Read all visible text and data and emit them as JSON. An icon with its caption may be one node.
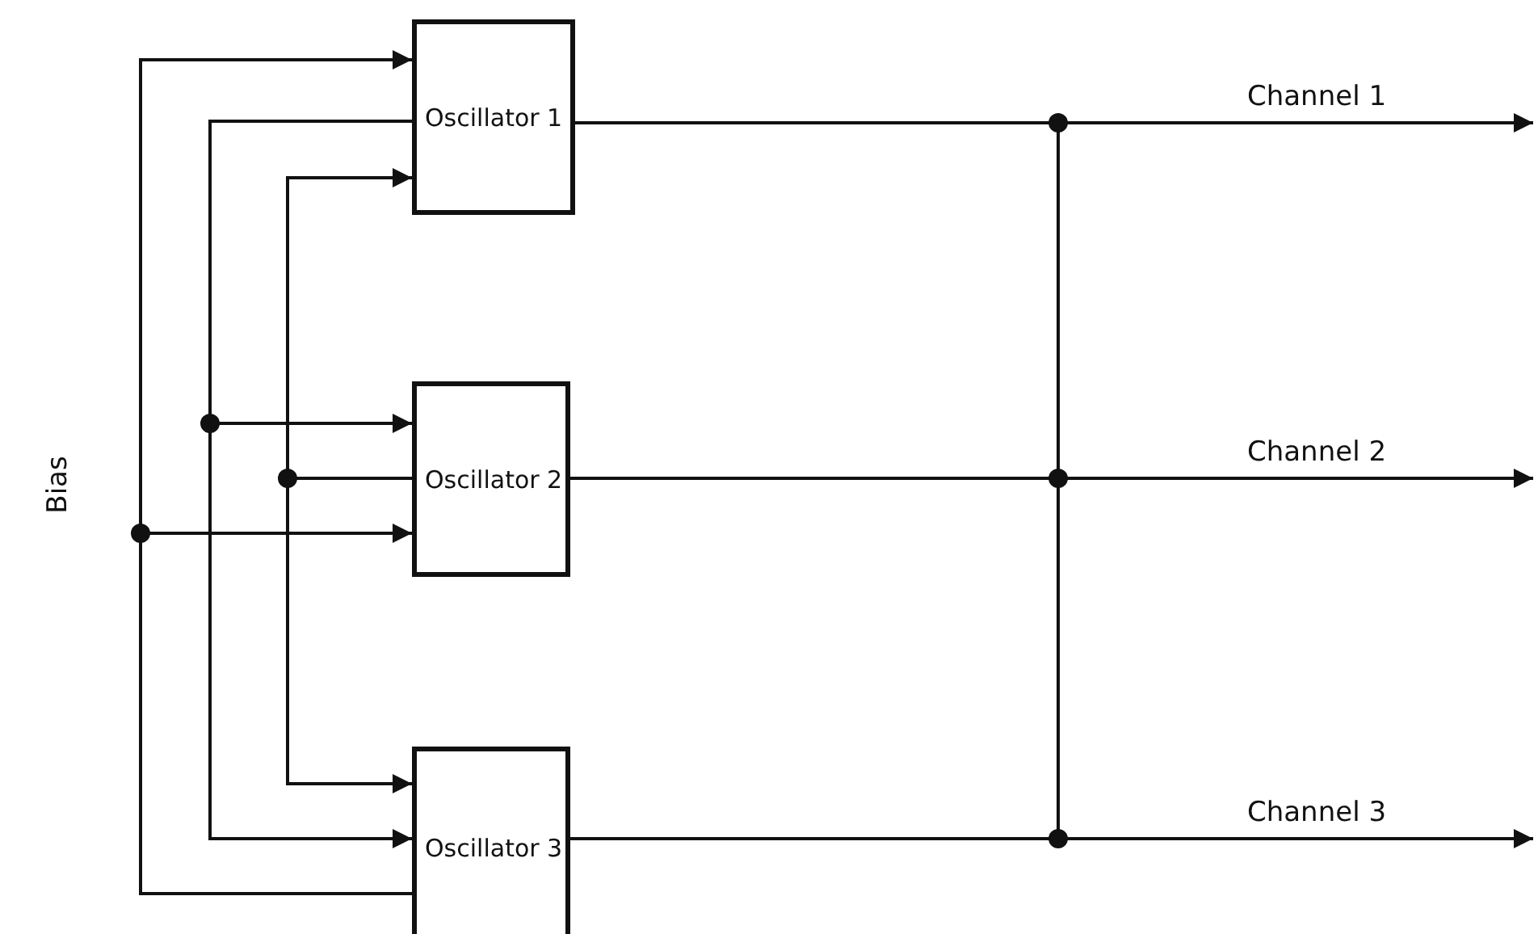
{
  "diagram": {
    "nodes": [
      {
        "text": [
          "Oscillator 1"
        ]
      },
      {
        "text": [
          "Oscillator 2"
        ]
      },
      {
        "text": [
          "Oscillator 3"
        ]
      }
    ],
    "edges": [
      {
        "from": 2,
        "to": 0,
        "arrow": "to"
      },
      {
        "from": 2,
        "to": 1,
        "arrow": "to"
      },
      {
        "from": 0,
        "to": 2,
        "arrow": "to"
      },
      {
        "from": 0,
        "to": 1,
        "arrow": "to"
      },
      {
        "from": 1,
        "to": 0,
        "arrow": "to"
      },
      {
        "from": 1,
        "to": 2,
        "arrow": "to"
      },
      {
        "from": 0,
        "to": null,
        "label": "Channel 1",
        "arrow": "to"
      },
      {
        "from": 1,
        "to": null,
        "label": "Channel 2",
        "arrow": "to"
      },
      {
        "from": 2,
        "to": null,
        "label": "Channel 3",
        "arrow": "to"
      },
      {
        "from": 0,
        "to": 1,
        "arrow": "none"
      },
      {
        "from": 1,
        "to": 2,
        "arrow": "none"
      }
    ],
    "labels": [
      "Bias"
    ]
  }
}
